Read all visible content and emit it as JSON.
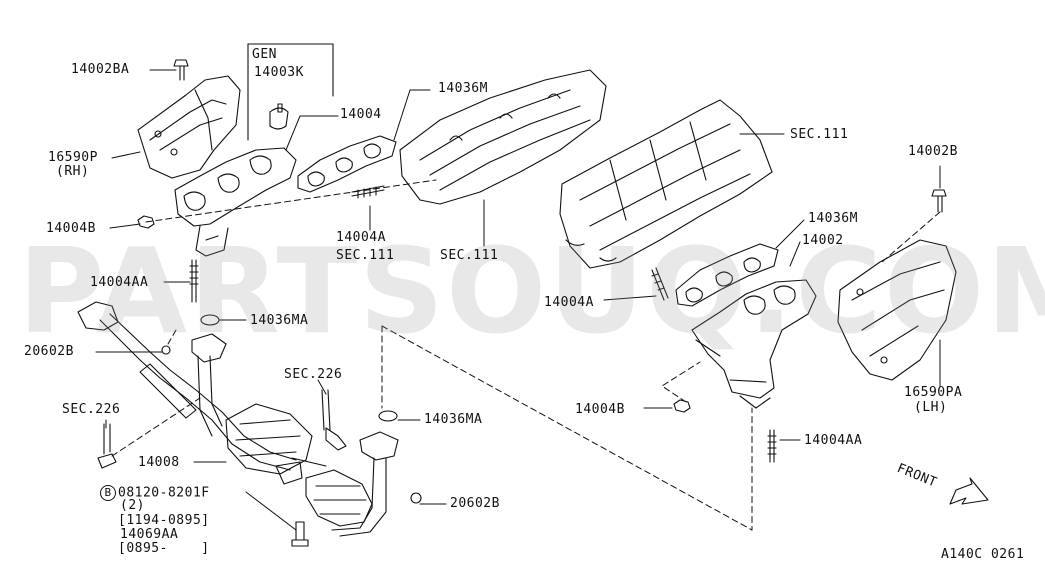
{
  "watermark": "PARTSOUQ.COM",
  "diagram_code": "A140C 0261",
  "gen_box": {
    "title": "GEN",
    "part": "14003K"
  },
  "labels": {
    "p14002BA": "14002BA",
    "p16590P": "16590P",
    "p16590P_side": "(RH)",
    "p14004B_left": "14004B",
    "p14004AA_left": "14004AA",
    "p14036MA_top": "14036MA",
    "p20602B_left": "20602B",
    "sec226_left": "SEC.226",
    "p14008": "14008",
    "bolt_symbol": "B",
    "bolt_part": "08120-8201F",
    "bolt_qty": "(2)",
    "bolt_range1": "[1194-0895]",
    "p14069AA": "14069AA",
    "bolt_range2": "[0895-    ]",
    "p14004_top": "14004",
    "p14036M_top": "14036M",
    "p14004A_mid": "14004A",
    "sec111_mid": "SEC.111",
    "sec111_right": "SEC.111",
    "sec111_top": "SEC.111",
    "sec226_mid": "SEC.226",
    "p14036MA_mid": "14036MA",
    "p20602B_right": "20602B",
    "p14036M_right": "14036M",
    "p14002_right": "14002",
    "p14004A_right": "14004A",
    "p14004B_right": "14004B",
    "p14004AA_right": "14004AA",
    "p14002B": "14002B",
    "p16590PA": "16590PA",
    "p16590PA_side": "(LH)",
    "front": "FRONT"
  }
}
